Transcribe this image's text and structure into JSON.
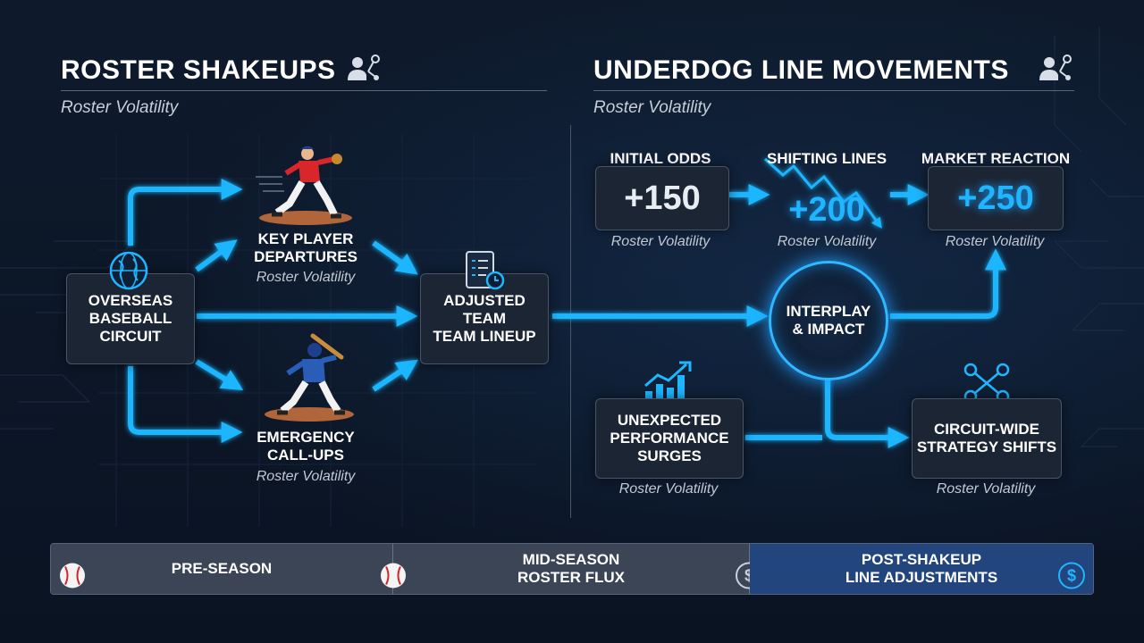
{
  "left": {
    "title": "ROSTER SHAKEUPS",
    "subtitle": "Roster Volatility",
    "nodes": {
      "circuit": "OVERSEAS\nBASEBALL\nCIRCUIT",
      "departures": "KEY PLAYER\nDEPARTURES",
      "departures_caption": "Roster Volatility",
      "callups": "EMERGENCY\nCALL-UPS",
      "callups_caption": "Roster Volatility",
      "lineup": "ADJUSTED\nTEAM\nTEAM LINEUP"
    }
  },
  "right": {
    "title": "UNDERDOG LINE MOVEMENTS",
    "subtitle": "Roster Volatility",
    "odds": [
      {
        "label": "INITIAL ODDS",
        "value": "+150",
        "caption": "Roster Volatility"
      },
      {
        "label": "SHIFTING LINES",
        "value": "+200",
        "caption": "Roster Volatility"
      },
      {
        "label": "MARKET REACTION",
        "value": "+250",
        "caption": "Roster Volatility"
      }
    ],
    "interplay": "INTERPLAY\n& IMPACT",
    "surges": "UNEXPECTED\nPERFORMANCE\nSURGES",
    "surges_caption": "Roster Volatility",
    "strategy": "CIRCUIT-WIDE\nSTRATEGY SHIFTS",
    "strategy_caption": "Roster Volatility"
  },
  "timeline": [
    {
      "label": "PRE-SEASON",
      "icon": "baseball-icon"
    },
    {
      "label": "MID-SEASON\nROSTER FLUX",
      "icon": "baseball-icon"
    },
    {
      "label": "POST-SHAKEUP\nLINE ADJUSTMENTS",
      "icon": "dollar-icon"
    }
  ],
  "colors": {
    "accent": "#1fb6ff",
    "background": "#0b1526",
    "panel": "#1c2534",
    "highlight_phase": "#22457e"
  }
}
